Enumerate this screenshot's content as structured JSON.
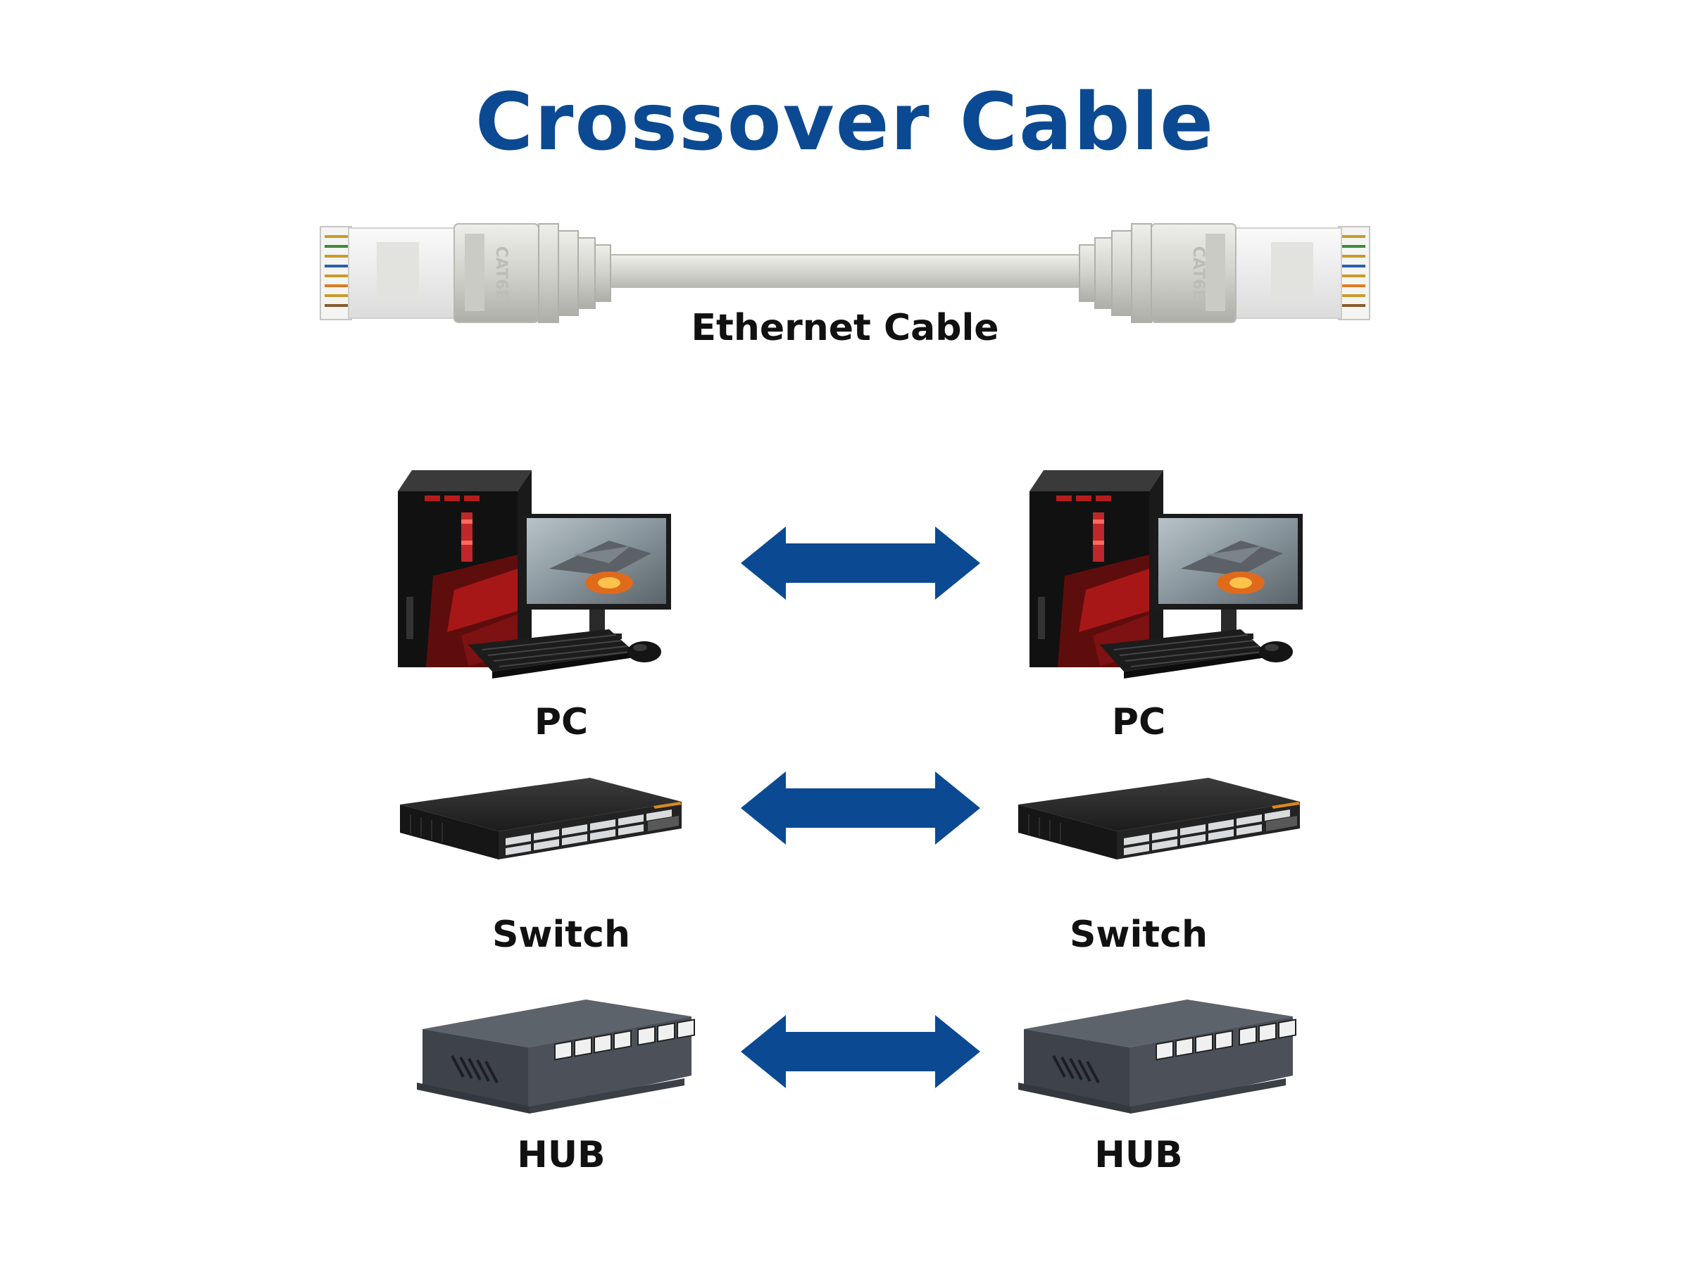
{
  "title": "Crossover Cable",
  "cable": {
    "label": "Ethernet Cable",
    "jacket_text": "CAT6E"
  },
  "rows": [
    {
      "left": "PC",
      "right": "PC"
    },
    {
      "left": "Switch",
      "right": "Switch"
    },
    {
      "left": "HUB",
      "right": "HUB"
    }
  ],
  "colors": {
    "title": "#0b4a92",
    "arrow": "#0b4a92",
    "cable": "#d8d8d2",
    "device": "#2a2a2a"
  }
}
